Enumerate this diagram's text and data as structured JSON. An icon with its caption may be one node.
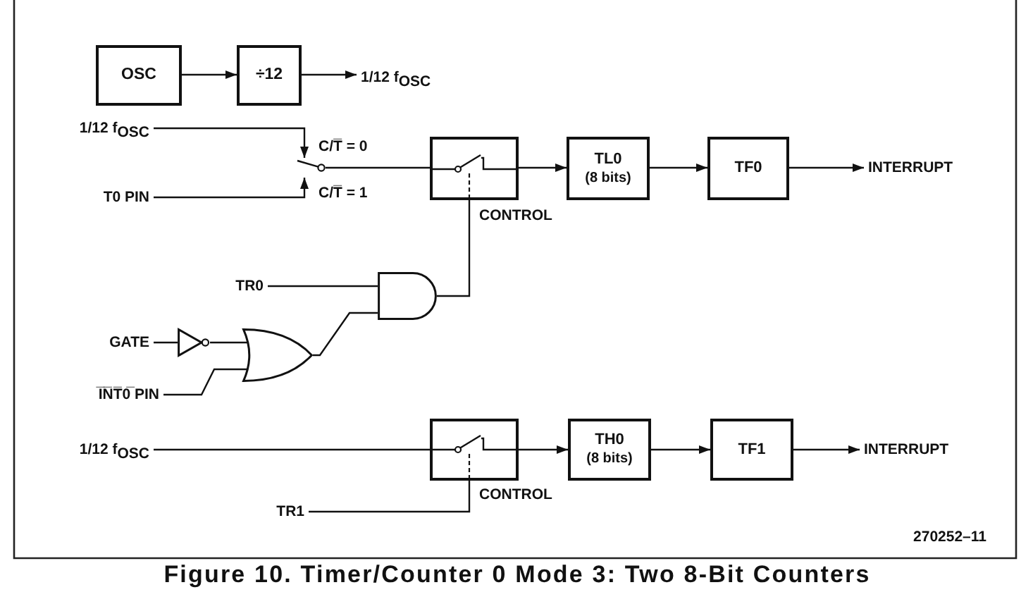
{
  "diagram": {
    "caption": "Figure 10. Timer/Counter 0 Mode 3: Two 8-Bit Counters",
    "nodes": [
      {
        "text": [
          "OSC"
        ]
      },
      {
        "text": [
          "÷12"
        ]
      },
      {
        "text": [
          "1/12 f$_{OSC}$"
        ]
      },
      {
        "text": [
          "1/12 f$_{OSC}$"
        ]
      },
      {
        "text": [
          "T0 PIN"
        ]
      },
      {
        "text": [],
        "shape": "switch",
        "beside": [
          "C/T̅ = 0",
          "C/T̅ = 1"
        ]
      },
      {
        "text": [],
        "shape": "box",
        "beside": [
          "CONTROL"
        ]
      },
      {
        "text": [
          "TL0",
          "(8 bits)"
        ]
      },
      {
        "text": [
          "TF0"
        ]
      },
      {
        "text": [
          "INTERRUPT"
        ]
      },
      {
        "text": [
          "TR0"
        ]
      },
      {
        "text": [],
        "shape": "gate"
      },
      {
        "text": [
          "GATE"
        ]
      },
      {
        "text": [],
        "shape": "triangle"
      },
      {
        "text": [],
        "shape": "gate"
      },
      {
        "text": [
          "I̅N̅T̅0̅ PIN"
        ]
      },
      {
        "text": [
          "1/12 f$_{OSC}$"
        ]
      },
      {
        "text": [],
        "shape": "box",
        "beside": [
          "CONTROL"
        ]
      },
      {
        "text": [
          "TR1"
        ]
      },
      {
        "text": [
          "TH0",
          "(8 bits)"
        ]
      },
      {
        "text": [
          "TF1"
        ]
      },
      {
        "text": [
          "INTERRUPT"
        ]
      }
    ],
    "edges": [
      {
        "from": 0,
        "to": 1,
        "arrow": "to"
      },
      {
        "from": 1,
        "to": 2,
        "arrow": "to"
      },
      {
        "from": 3,
        "to": 5,
        "arrow": "to"
      },
      {
        "from": 4,
        "to": 5,
        "arrow": "to"
      },
      {
        "from": 5,
        "to": 6,
        "arrow": "none"
      },
      {
        "from": 6,
        "to": 7,
        "arrow": "to"
      },
      {
        "from": 7,
        "to": 8,
        "arrow": "to"
      },
      {
        "from": 8,
        "to": 9,
        "arrow": "to"
      },
      {
        "from": 10,
        "to": 11,
        "arrow": "none"
      },
      {
        "from": 12,
        "to": 13,
        "arrow": "none"
      },
      {
        "from": 13,
        "to": 14,
        "arrow": "none"
      },
      {
        "from": 15,
        "to": 14,
        "arrow": "none"
      },
      {
        "from": 14,
        "to": 11,
        "arrow": "none"
      },
      {
        "from": 11,
        "to": 6,
        "arrow": "none"
      },
      {
        "from": 16,
        "to": 17,
        "arrow": "none"
      },
      {
        "from": 18,
        "to": 17,
        "arrow": "none"
      },
      {
        "from": 17,
        "to": 19,
        "arrow": "to"
      },
      {
        "from": 19,
        "to": 20,
        "arrow": "to"
      },
      {
        "from": 20,
        "to": 21,
        "arrow": "to"
      }
    ],
    "labels": [
      "270252–11"
    ]
  }
}
